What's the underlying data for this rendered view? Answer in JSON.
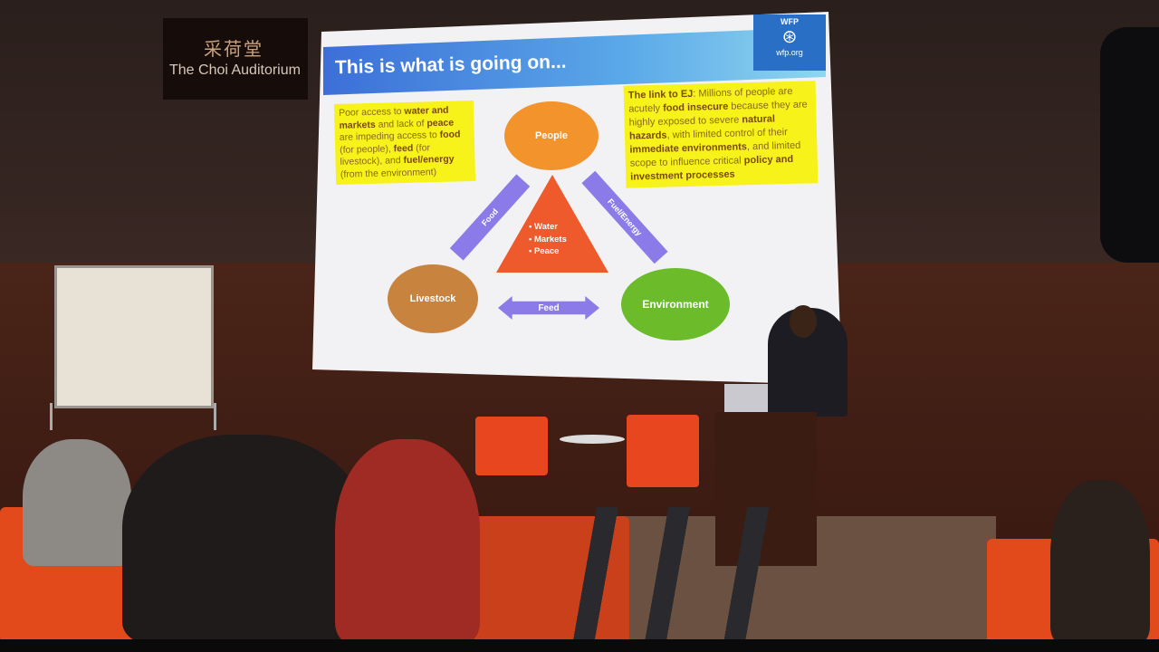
{
  "venue_sign": {
    "chinese": "采荷堂",
    "english": "The Choi Auditorium"
  },
  "slide": {
    "title": "This is what is going on...",
    "logo_text": "wfp.org",
    "logo_label": "WFP",
    "left_box": [
      {
        "t": "Poor access to ",
        "b": false
      },
      {
        "t": "water and markets",
        "b": true
      },
      {
        "t": " and lack of ",
        "b": false
      },
      {
        "t": "peace",
        "b": true
      },
      {
        "t": " are impeding access to ",
        "b": false
      },
      {
        "t": "food",
        "b": true
      },
      {
        "t": " (for people), ",
        "b": false
      },
      {
        "t": "feed",
        "b": true
      },
      {
        "t": " (for livestock), and ",
        "b": false
      },
      {
        "t": "fuel/energy",
        "b": true
      },
      {
        "t": " (from the environment)",
        "b": false
      }
    ],
    "right_box": [
      {
        "t": "The link to EJ",
        "b": true
      },
      {
        "t": ": Millions of people are acutely ",
        "b": false
      },
      {
        "t": "food insecure",
        "b": true
      },
      {
        "t": " because they are highly exposed to severe ",
        "b": false
      },
      {
        "t": "natural hazards",
        "b": true
      },
      {
        "t": ", with limited control of their ",
        "b": false
      },
      {
        "t": "immediate environments",
        "b": true
      },
      {
        "t": ", and limited scope to influence critical ",
        "b": false
      },
      {
        "t": "policy and investment processes",
        "b": true
      }
    ],
    "nodes": {
      "people": "People",
      "livestock": "Livestock",
      "environment": "Environment"
    },
    "triangle_items": [
      "• Water",
      "• Markets",
      "• Peace"
    ],
    "arrows": {
      "food": "Food",
      "fuel": "Fuel/Energy",
      "feed": "Feed"
    }
  },
  "colors": {
    "slide_header": "#3c6fd8",
    "highlight": "#f6f21a",
    "people": "#f2932c",
    "livestock": "#c8843f",
    "environment": "#6bbb2a",
    "triangle": "#ee5a2c",
    "arrow": "#8a7be8",
    "seats": "#e24a1c"
  }
}
